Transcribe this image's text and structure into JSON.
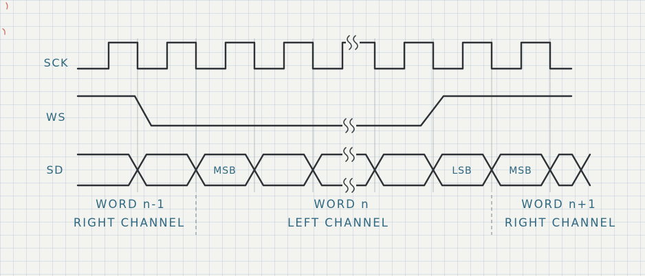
{
  "diagram": {
    "title_hint": "I2S serial-bus timing diagram",
    "signals": [
      {
        "label": "SCK"
      },
      {
        "label": "WS"
      },
      {
        "label": "SD"
      }
    ],
    "sd_cell_labels": [
      "MSB",
      "LSB",
      "MSB"
    ],
    "word_regions": [
      {
        "word": "WORD n-1",
        "channel": "RIGHT CHANNEL"
      },
      {
        "word": "WORD n",
        "channel": "LEFT CHANNEL"
      },
      {
        "word": "WORD n+1",
        "channel": "RIGHT CHANNEL"
      }
    ],
    "break_marks": {
      "sck": true,
      "ws": true,
      "sd_top": true,
      "sd_bottom": true
    },
    "colors": {
      "ink": "#2e3236",
      "label_text": "#2f6880",
      "paper": "#f3f3ef",
      "grid_line": "#7da0c3",
      "guide_line": "#8b939b",
      "pen_mark": "#c0392b"
    }
  }
}
